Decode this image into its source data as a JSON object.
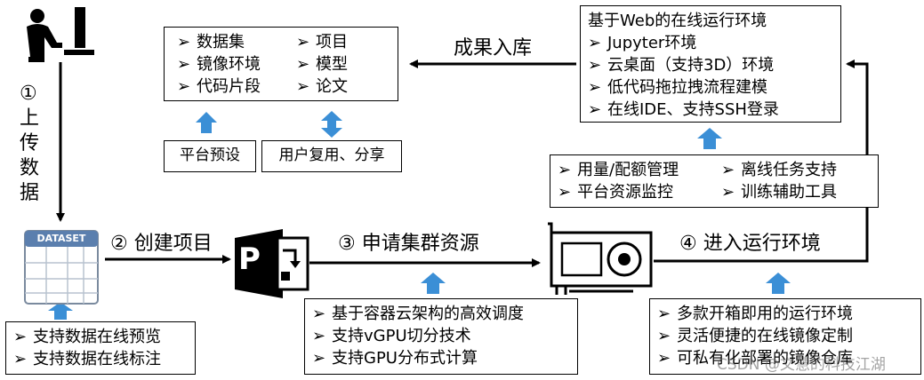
{
  "steps": {
    "upload": "① 上传数据",
    "create": "② 创建项目",
    "apply": "③ 申请集群资源",
    "enter": "④ 进入运行环境",
    "archive": "成果入库"
  },
  "bullet": "➢",
  "assets": {
    "items": [
      "数据集",
      "项目",
      "镜像环境",
      "模型",
      "代码片段",
      "论文"
    ]
  },
  "platform_preset": "平台预设",
  "user_reuse": "用户复用、分享",
  "runtime": {
    "title": "基于Web的在线运行环境",
    "items": [
      "Jupyter环境",
      "云桌面（支持3D）环境",
      "低代码拖拉拽流程建模",
      "在线IDE、支持SSH登录"
    ]
  },
  "mgmt": {
    "items": [
      "用量/配额管理",
      "离线任务支持",
      "平台资源监控",
      "训练辅助工具"
    ]
  },
  "dataset_icon_label": "DATASET",
  "project_icon_letter": "P",
  "dataset_features": [
    "支持数据在线预览",
    "支持数据在线标注"
  ],
  "cluster_features": [
    "基于容器云架构的高效调度",
    "支持vGPU切分技术",
    "支持GPU分布式计算"
  ],
  "env_features": [
    "多款开箱即用的运行环境",
    "灵活便捷的在线镜像定制",
    "可私有化部署的镜像仓库"
  ],
  "watermark": "CSDN @文慧的科技江湖",
  "colors": {
    "arrow": "#000000",
    "blue_arrow": "#3b8fd6",
    "icon_blue": "#5b7fae"
  }
}
